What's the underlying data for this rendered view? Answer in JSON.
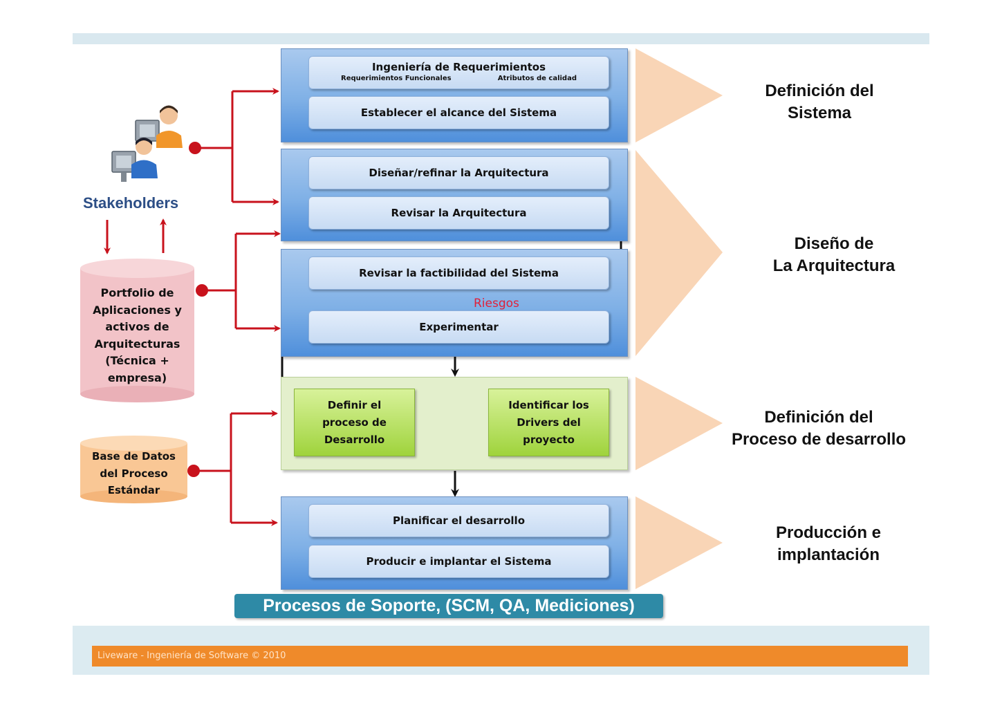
{
  "phase1": {
    "req_title": "Ingeniería de Requerimientos",
    "req_sub_left": "Requerimientos Funcionales",
    "req_sub_right": "Atributos de calidad",
    "alcance": "Establecer el alcance del Sistema"
  },
  "phase2": {
    "disenar": "Diseñar/refinar la Arquitectura",
    "revisar": "Revisar la Arquitectura",
    "factibilidad": "Revisar la factibilidad del Sistema",
    "riesgos": "Riesgos",
    "experimentar": "Experimentar"
  },
  "phase3": {
    "definir": "Definir el proceso de Desarrollo",
    "identificar": "Identificar los Drivers del proyecto"
  },
  "phase4": {
    "planificar": "Planificar el desarrollo",
    "producir": "Producir e implantar el Sistema"
  },
  "phase_labels": {
    "p1_line1": "Definición del",
    "p1_line2": "Sistema",
    "p2_line1": "Diseño de",
    "p2_line2": "La Arquitectura",
    "p3_line1": "Definición del",
    "p3_line2": "Proceso de desarrollo",
    "p4_line1": "Producción e",
    "p4_line2": "implantación"
  },
  "stakeholders": "Stakeholders",
  "portfolio": [
    "Portfolio de",
    "Aplicaciones y",
    "activos  de",
    "Arquitecturas",
    "(Técnica +",
    "empresa)"
  ],
  "base_datos": [
    "Base de Datos",
    "del Proceso",
    "Estándar"
  ],
  "support": "Procesos de Soporte, (SCM, QA, Mediciones)",
  "footer": "Liveware - Ingeniería de Software © 2010",
  "colors": {
    "arrow_red": "#c8121c",
    "phase_blue": "#5a95dc",
    "phase_green": "#e3efcc",
    "chevron": "#f9d5b6",
    "support_bar": "#2e8aa6",
    "footer_orange": "#ef8a2a",
    "portfolio_cylinder": "#f2c3c8",
    "db_cylinder": "#f9c795"
  },
  "icons": [
    "stakeholder-users-icon"
  ]
}
